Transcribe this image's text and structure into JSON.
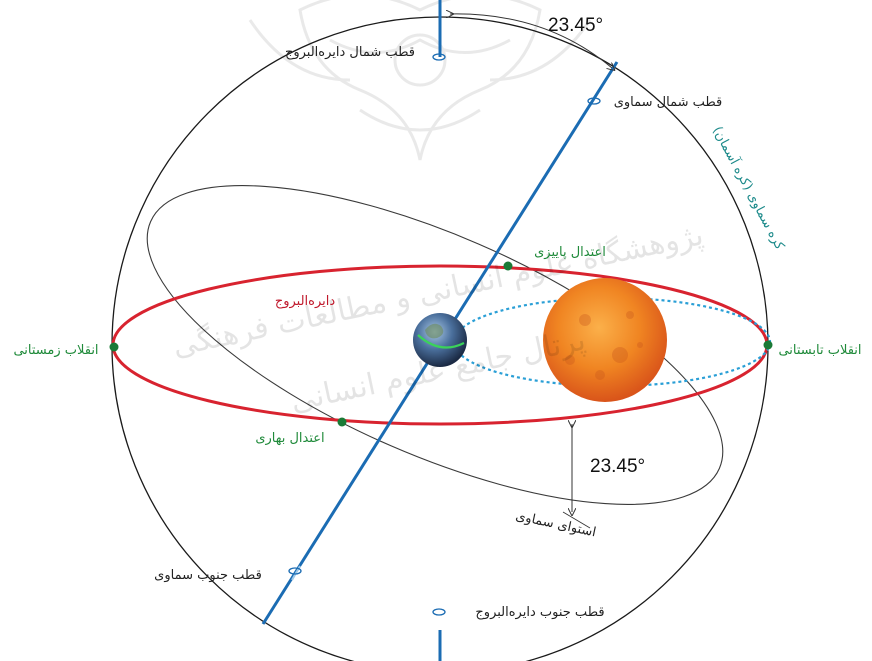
{
  "angles": {
    "top": "23.45°",
    "right": "23.45°"
  },
  "labels": {
    "ecliptic_north_pole": "قطب شمال دایره‌البروج",
    "celestial_north_pole": "قطب شمال سماوی",
    "celestial_sphere": "کره سماوی (کره آسمان)",
    "autumn_equinox": "اعتدال پاییزی",
    "ecliptic": "دایره‌البروج",
    "winter_solstice": "انقلاب زمستانی",
    "summer_solstice": "انقلاب تابستانی",
    "spring_equinox": "اعتدال بهاری",
    "celestial_equator": "استوای سماوی",
    "celestial_south_pole": "قطب جنوب سماوی",
    "ecliptic_south_pole": "قطب جنوب دایره‌البروج"
  },
  "watermark": {
    "line1": "پژوهشگاه علوم انسانی و مطالعات فرهنگی",
    "line2": "پرتال جامع علوم انسانی"
  },
  "colors": {
    "sphere": "#1a1a1a",
    "ecliptic": "#d8232f",
    "axis": "#1b6cb3",
    "orbit": "#2a9fd6",
    "points": "#1a7a36",
    "sun": "#f07a1d",
    "label_green": "#1f8a3a"
  }
}
